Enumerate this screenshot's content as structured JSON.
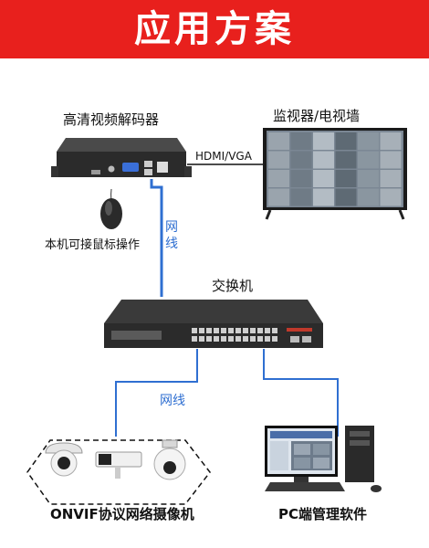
{
  "banner": {
    "title": "应用方案",
    "color": "#e8201d"
  },
  "labels": {
    "decoder": "高清视频解码器",
    "monitor": "监视器/电视墙",
    "hdmi_vga": "HDMI/VGA",
    "mouse": "本机可接鼠标操作",
    "cable_upper": "网线",
    "switch": "交换机",
    "cable_lower": "网线",
    "cameras": "ONVIF协议网络摄像机",
    "pc": "PC端管理软件"
  },
  "colors": {
    "link_line": "#2f6fd1",
    "device_dark": "#2b2b2b",
    "text": "#111111"
  },
  "icons": [
    "decoder-box-icon",
    "mouse-icon",
    "monitor-wall-icon",
    "network-switch-icon",
    "dome-camera-icon",
    "bullet-camera-icon",
    "ptz-camera-icon",
    "pc-icon"
  ]
}
